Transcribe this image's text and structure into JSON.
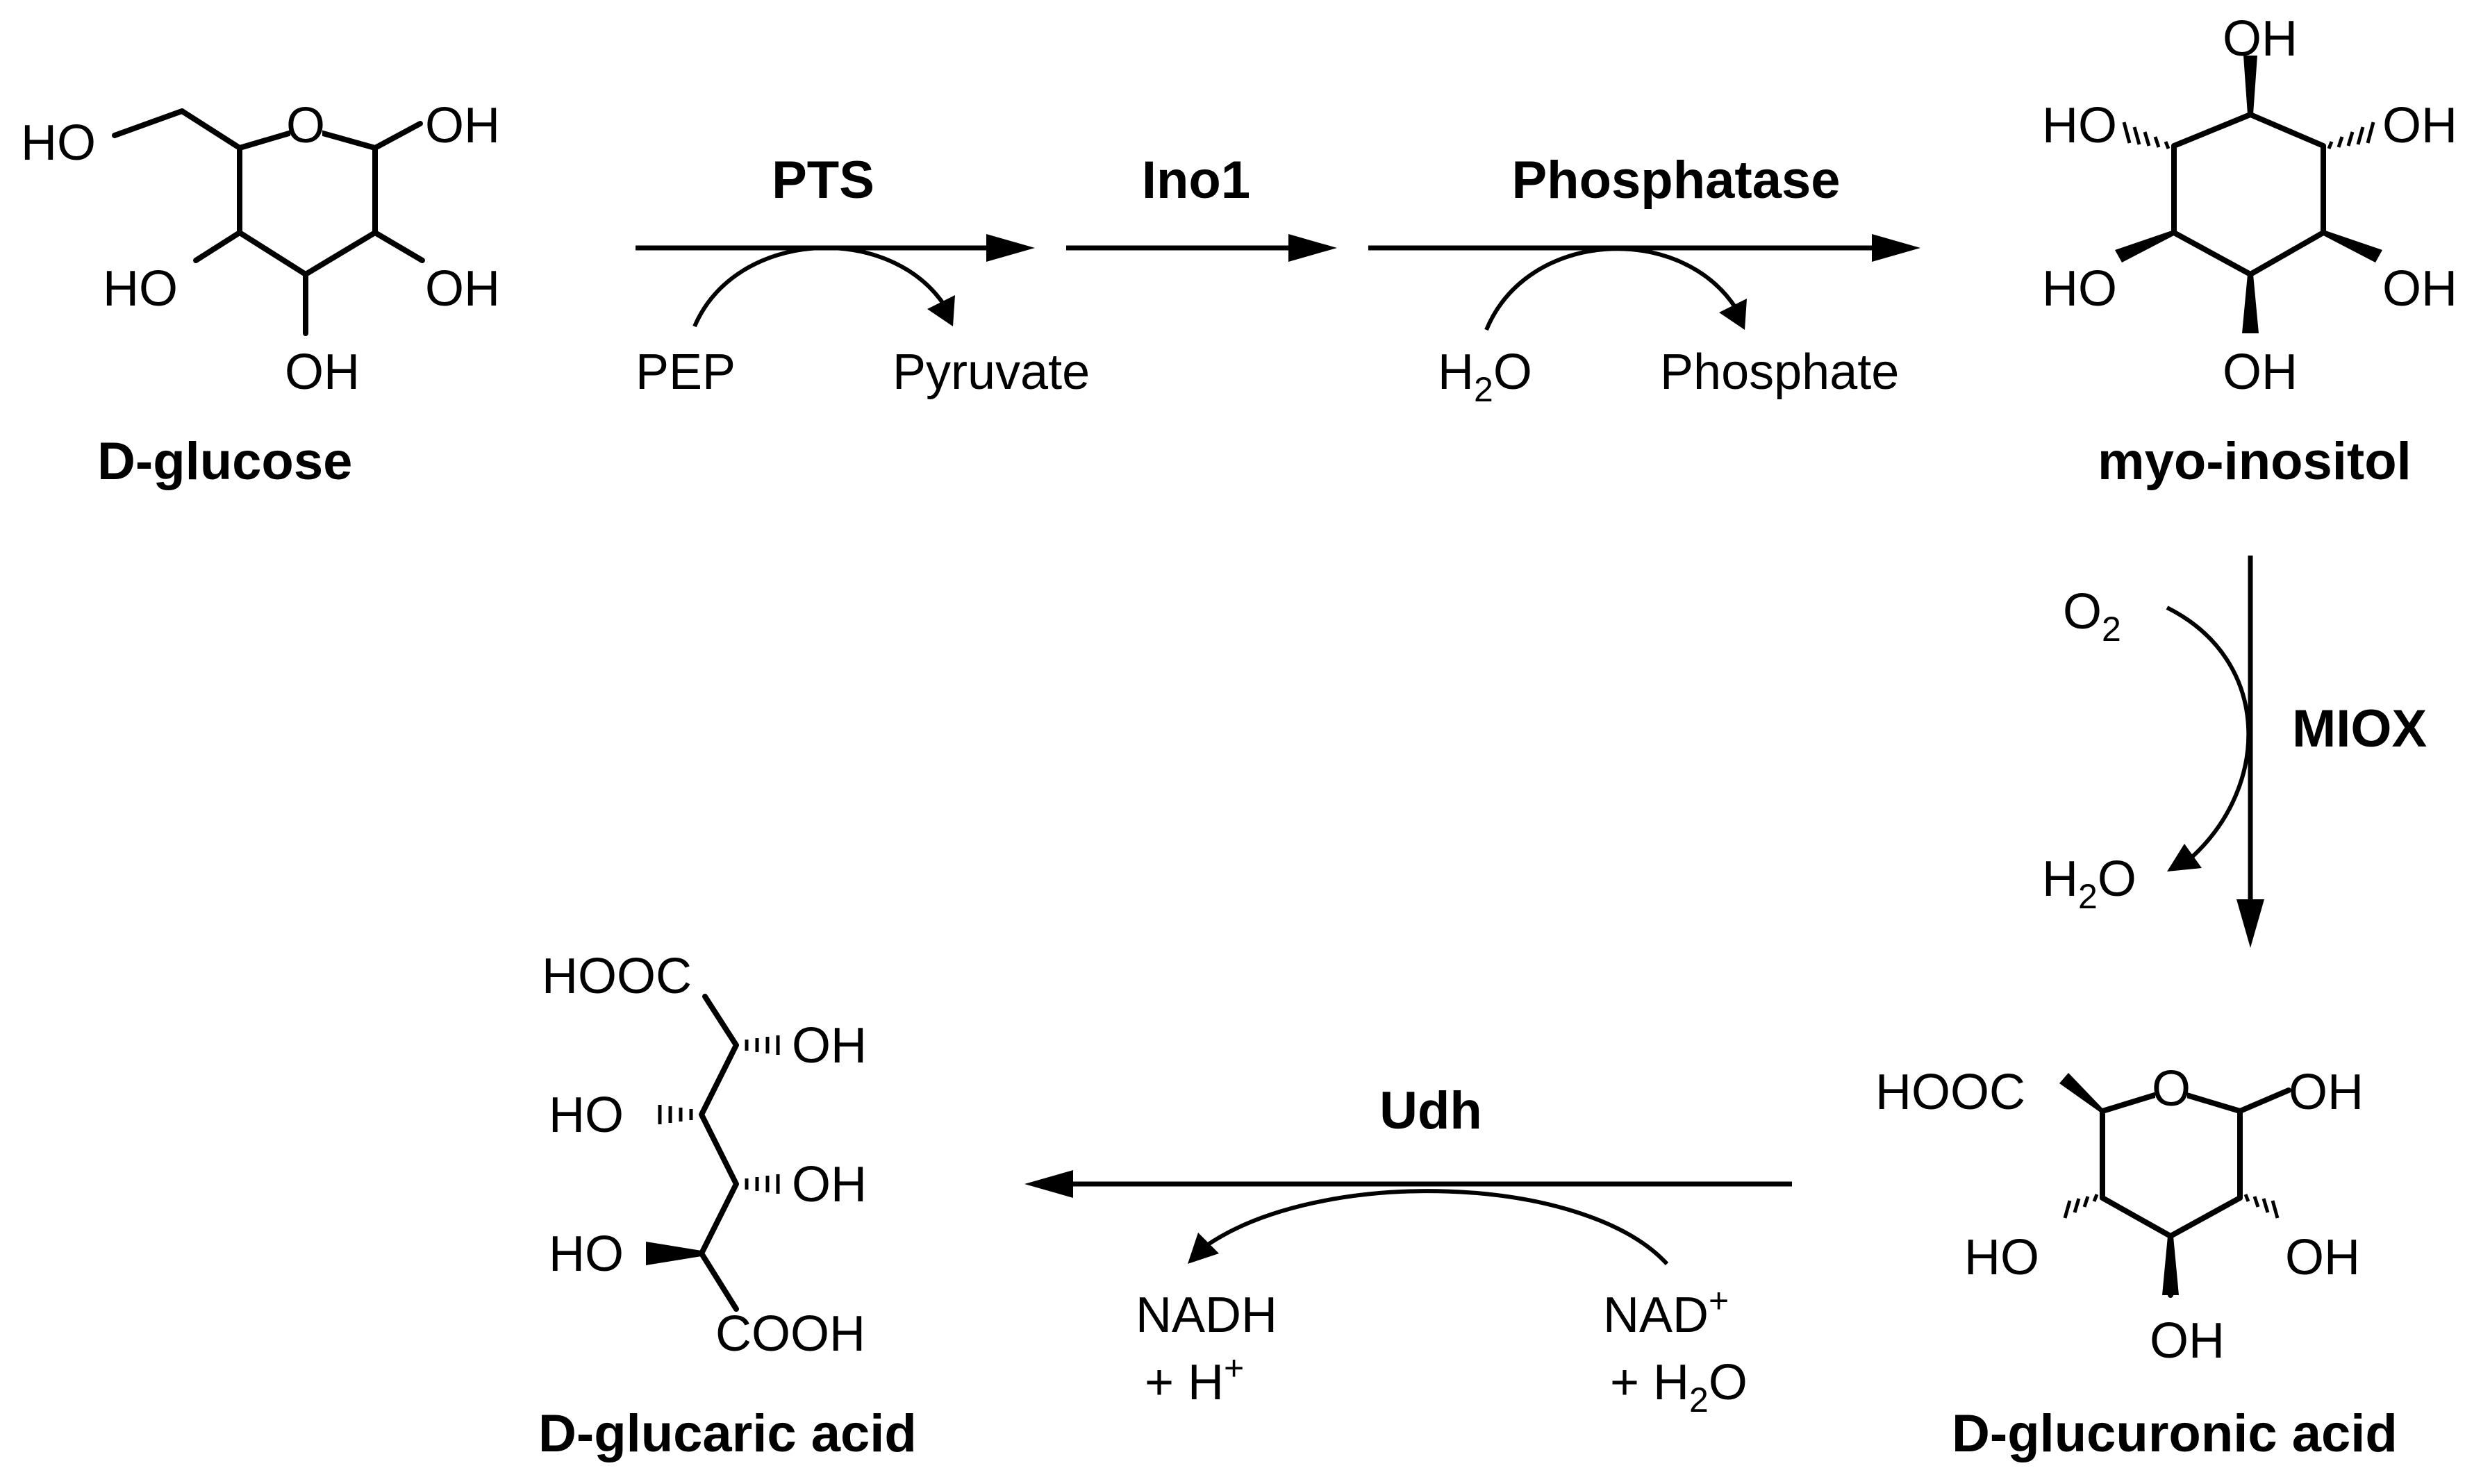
{
  "compounds": {
    "glucose": "D-glucose",
    "inositol": "myo-inositol",
    "glucuronic": "D-glucuronic acid",
    "glucaric": "D-glucaric acid"
  },
  "enzymes": {
    "pts": "PTS",
    "ino1": "Ino1",
    "phosphatase": "Phosphatase",
    "miox": "MIOX",
    "udh": "Udh"
  },
  "cofactors": {
    "pep": "PEP",
    "pyruvate": "Pyruvate",
    "phosphate": "Phosphate",
    "h": "H",
    "o": "O",
    "two": "2",
    "nadh": "NADH",
    "plus_h": "+ H",
    "nad": "NAD",
    "plus_sign": "+",
    "plus_h2o_prefix": "+ H"
  },
  "atoms": {
    "ho": "HO",
    "oh": "OH",
    "o": "O",
    "hooc": "HOOC",
    "cooh": "COOH"
  }
}
